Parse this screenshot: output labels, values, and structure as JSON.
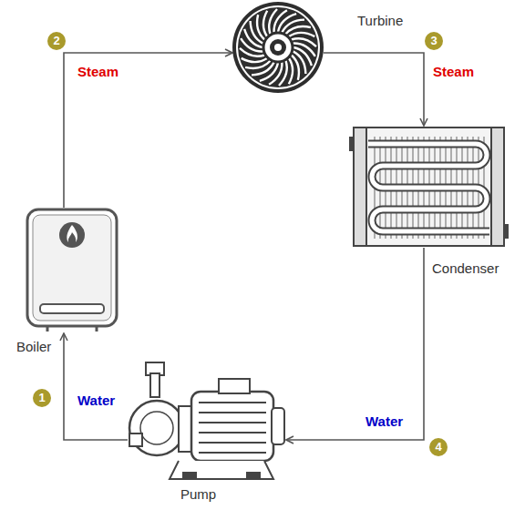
{
  "diagram": {
    "nodes": [
      {
        "text": [
          "Turbine"
        ]
      },
      {
        "text": [
          "Condenser"
        ]
      },
      {
        "text": [
          "Boiler"
        ]
      },
      {
        "text": [
          "Pump"
        ]
      }
    ],
    "edges": [
      {
        "from": 2,
        "to": 0,
        "arrow": "to"
      },
      {
        "from": 0,
        "to": 1,
        "arrow": "to"
      },
      {
        "from": 1,
        "to": 3,
        "arrow": "to"
      },
      {
        "from": 3,
        "to": 2,
        "arrow": "to"
      }
    ],
    "labels": [
      "2",
      "Steam",
      "3",
      "Steam",
      "1",
      "Water",
      "Water",
      "4"
    ]
  }
}
